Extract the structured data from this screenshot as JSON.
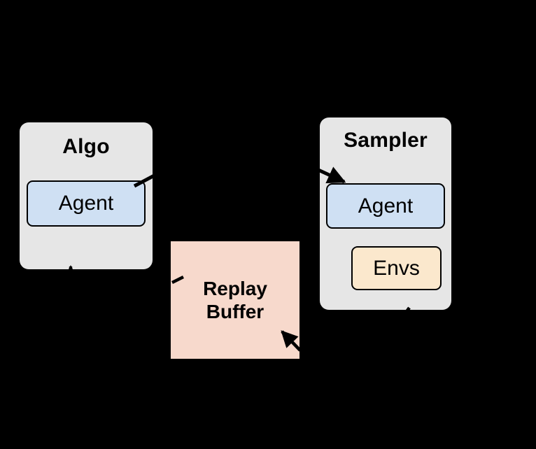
{
  "diagram": {
    "title": "Algo / Replay Buffer / Sampler architecture",
    "background_color": "#000000",
    "nodes": {
      "algo": {
        "label": "Algo",
        "fill_color": "#e6e6e6",
        "children": {
          "agent": {
            "label": "Agent",
            "fill_color": "#cfe0f3"
          }
        }
      },
      "replay_buffer": {
        "label_line1": "Replay",
        "label_line2": "Buffer",
        "fill_color": "#f7d9cc"
      },
      "sampler": {
        "label": "Sampler",
        "fill_color": "#e6e6e6",
        "children": {
          "agent": {
            "label": "Agent",
            "fill_color": "#cfe0f3"
          },
          "envs": {
            "label": "Envs",
            "fill_color": "#fbe8cd"
          }
        }
      }
    },
    "edges": [
      {
        "name": "algo-agent-to-sampler-agent",
        "from": "algo.agent",
        "to": "sampler.agent",
        "arrowhead": "to",
        "color": "#000000"
      },
      {
        "name": "replay-buffer-to-algo",
        "from": "replay_buffer",
        "to": "algo",
        "arrowhead": "to",
        "color": "#000000"
      },
      {
        "name": "sampler-to-replay-buffer",
        "from": "sampler",
        "to": "replay_buffer",
        "arrowhead": "to",
        "color": "#000000"
      }
    ]
  }
}
